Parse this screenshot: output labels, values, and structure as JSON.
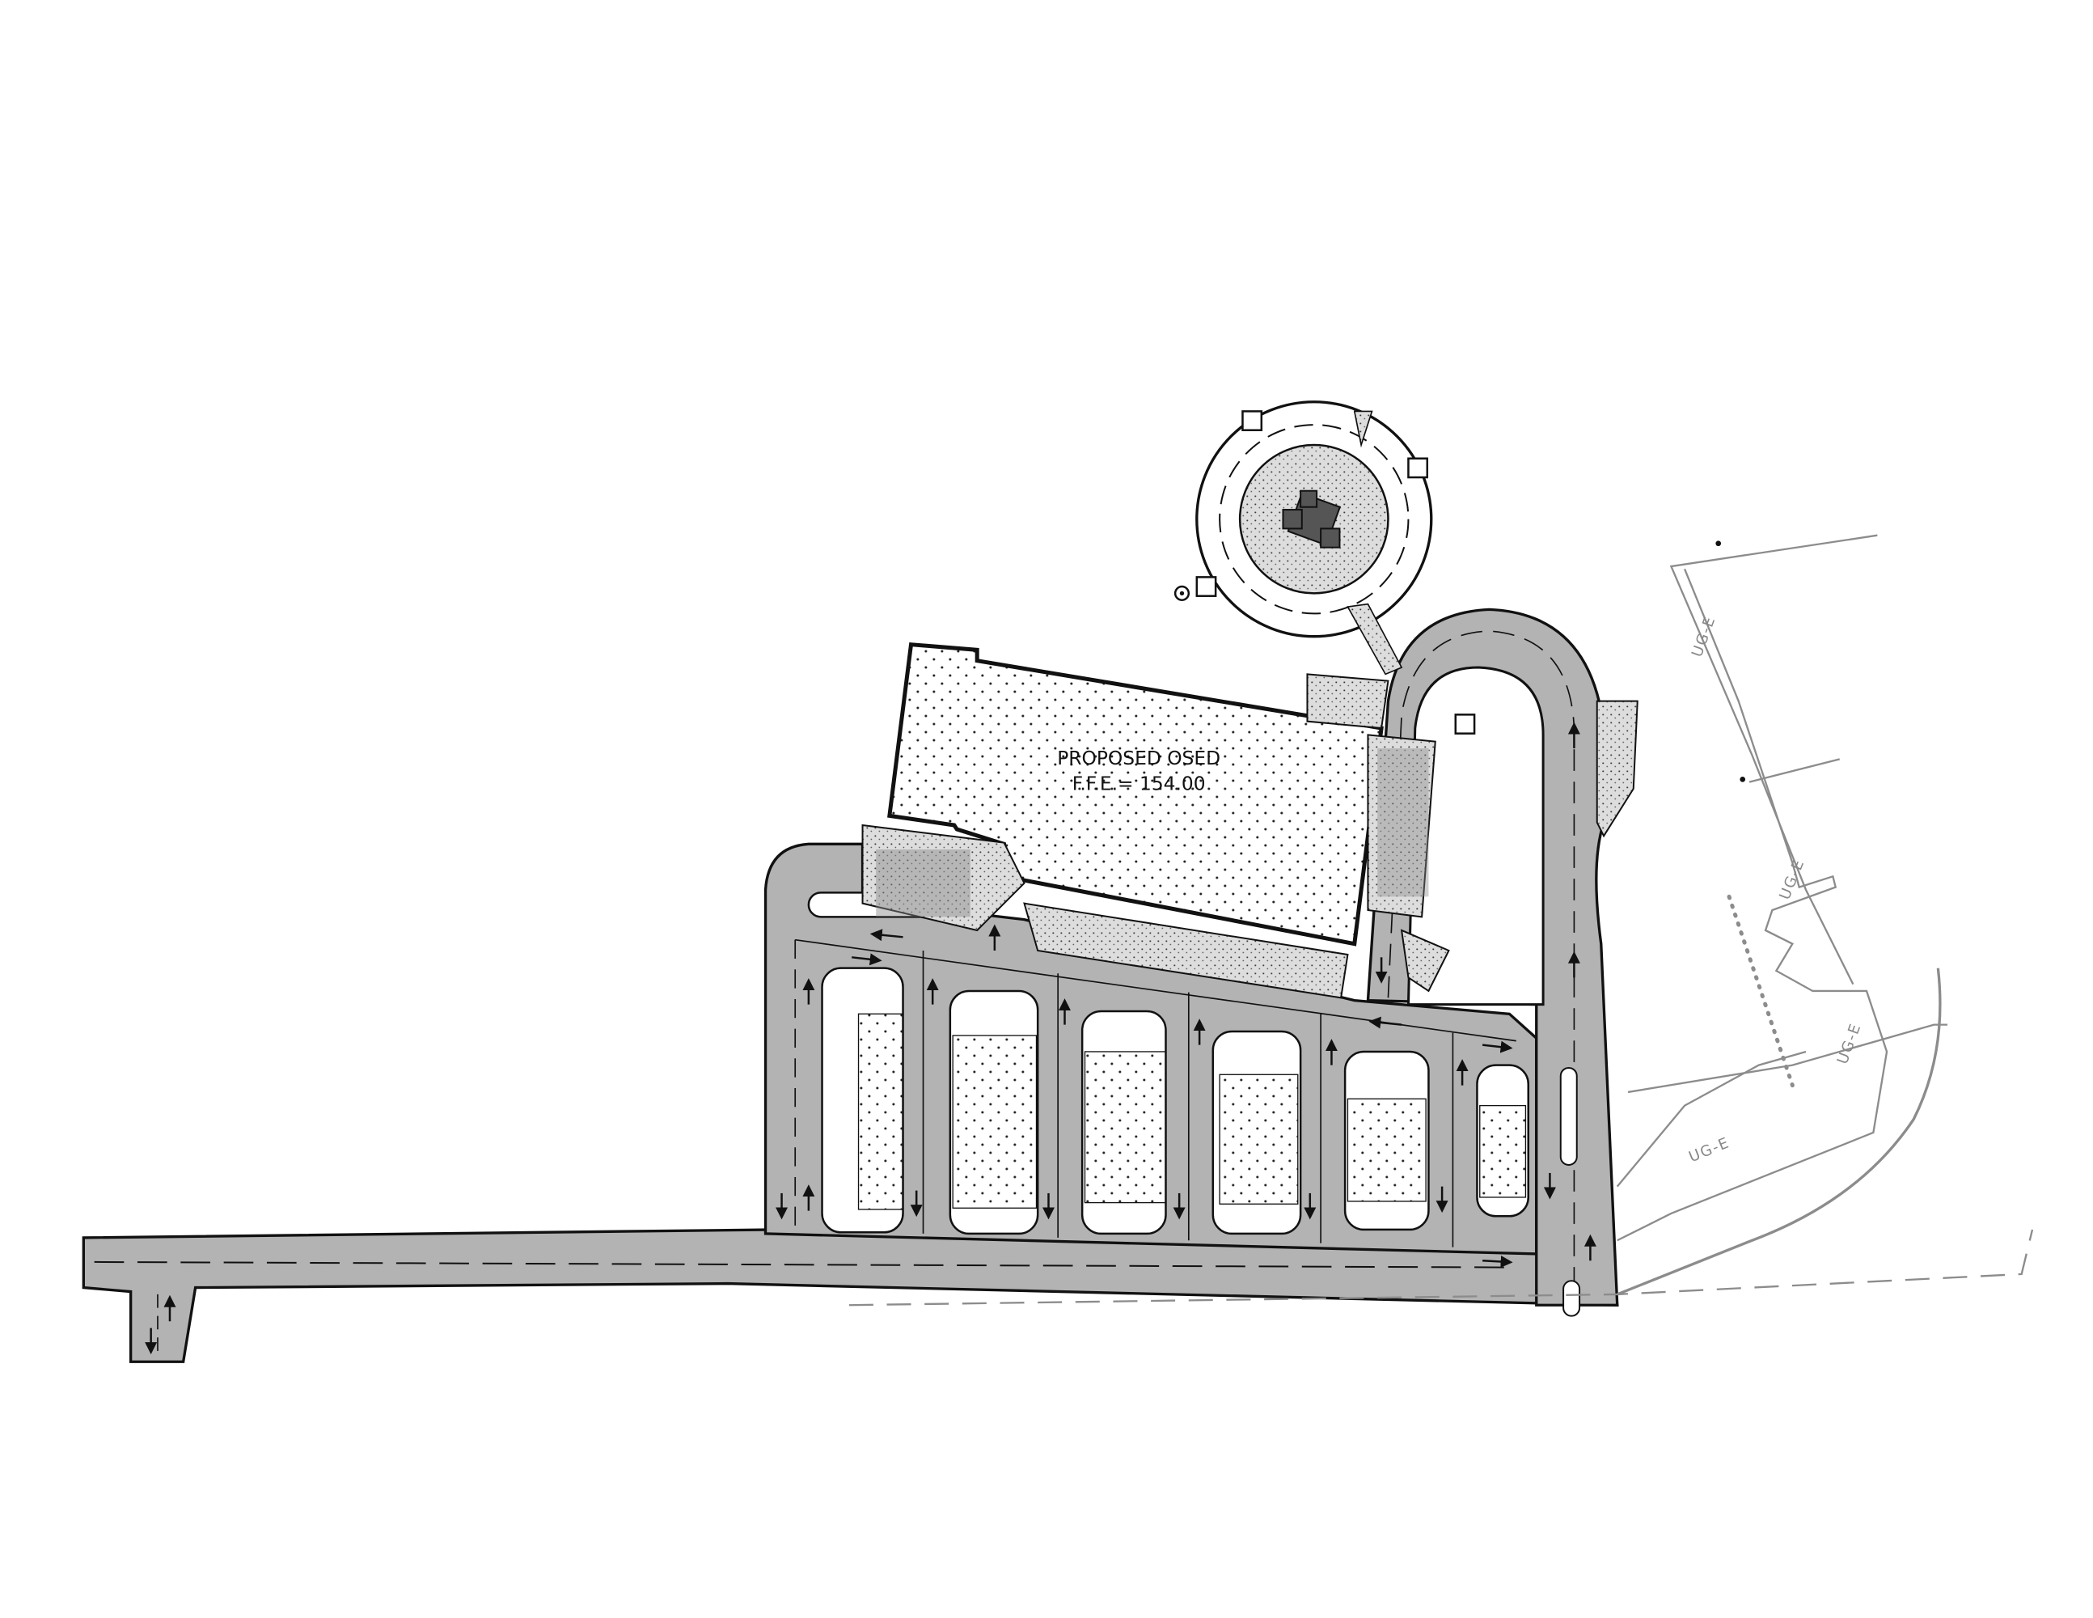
{
  "building": {
    "name_label": "PROPOSED OSED",
    "ffe_label": "F.F.E.= 154.00"
  },
  "utilities": {
    "line_label_1": "UG-E",
    "line_label_2": "UG-E",
    "line_label_3": "UG-E",
    "line_label_4": "UG-E"
  },
  "colors": {
    "pavement": "#b3b3b3",
    "outline": "#111111",
    "utility": "#8c8c8c",
    "stipple": "#d8d8d8"
  }
}
